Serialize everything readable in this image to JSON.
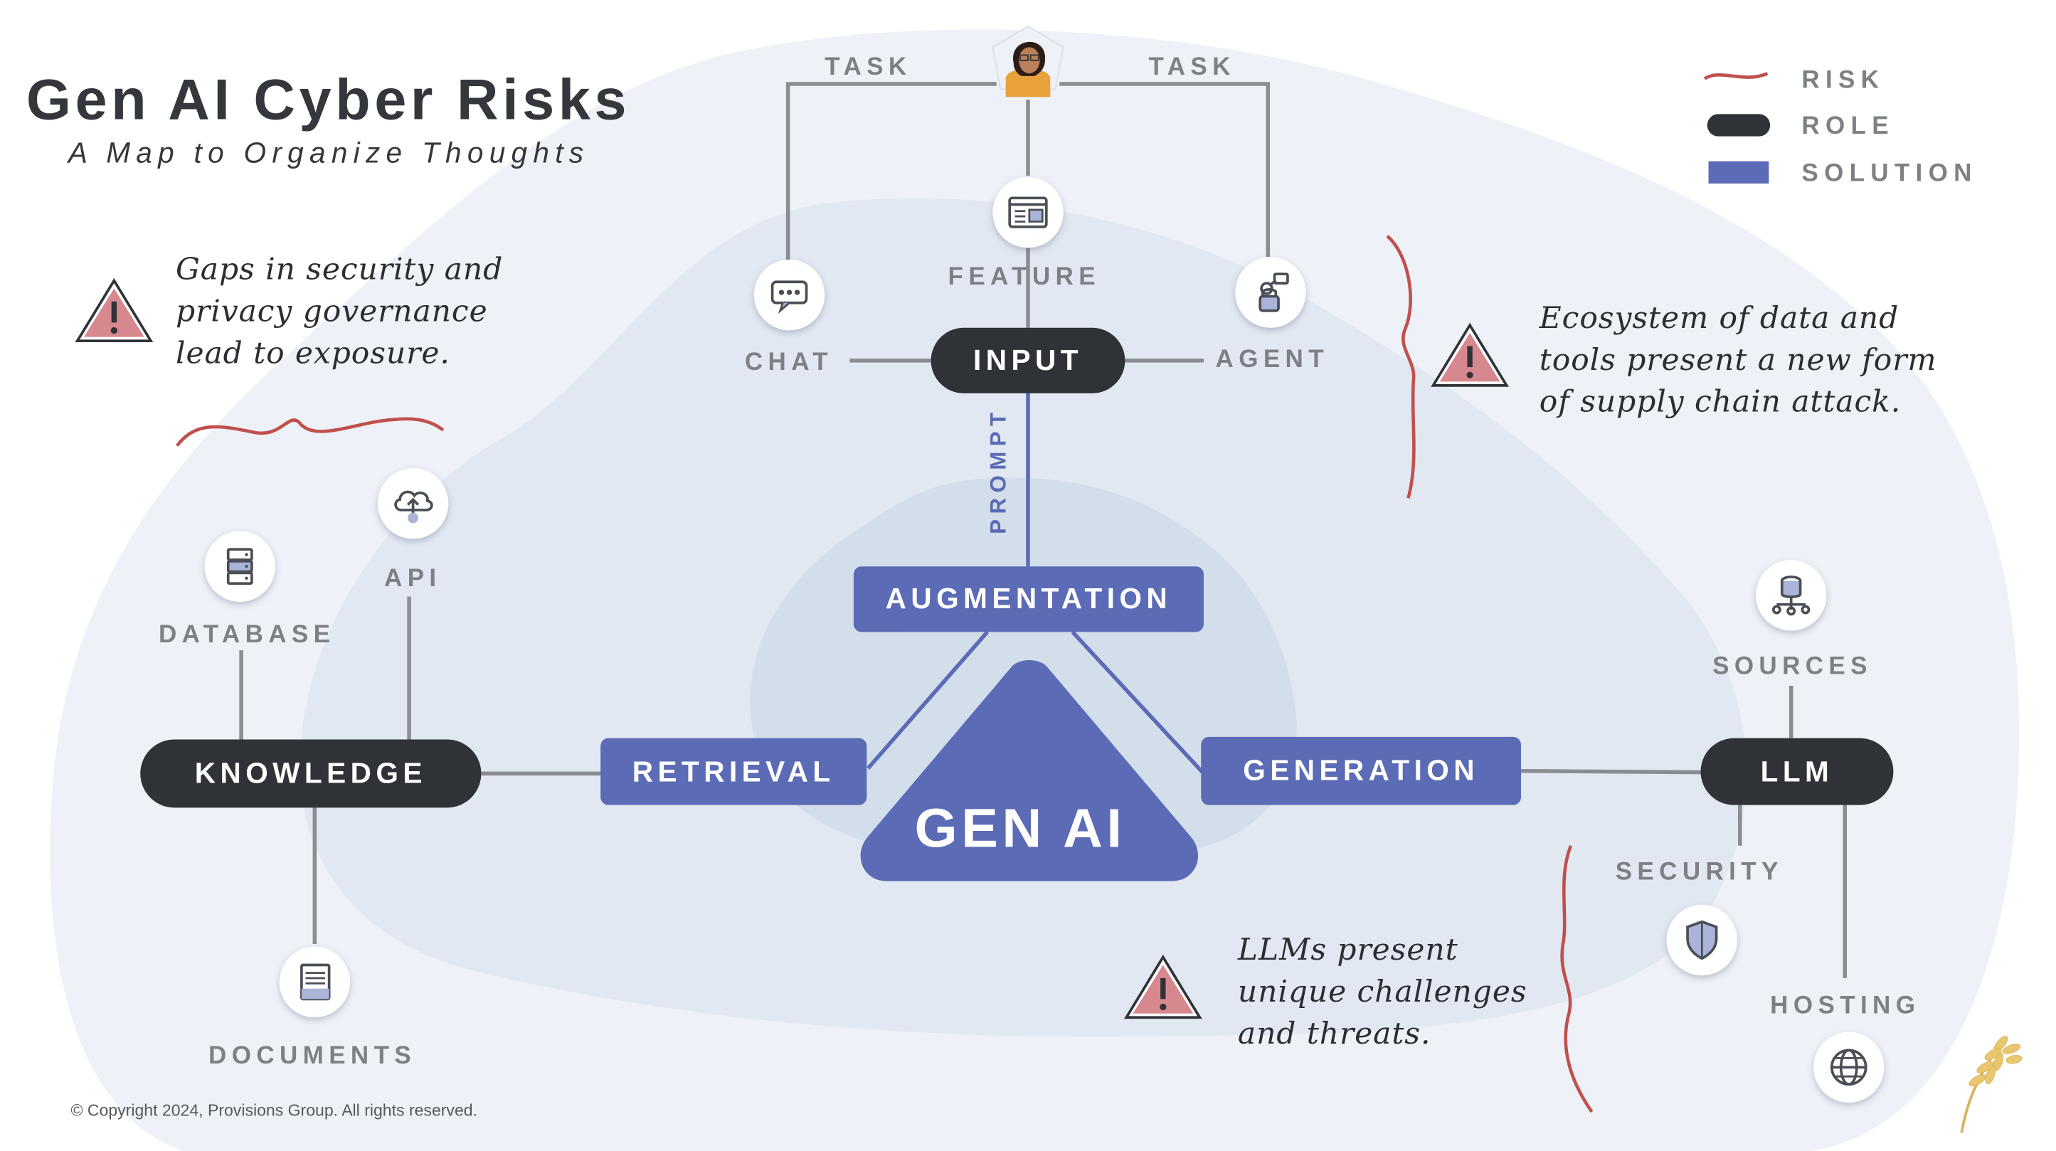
{
  "header": {
    "title": "Gen AI Cyber Risks",
    "subtitle": "A Map to Organize Thoughts"
  },
  "legend": {
    "risk": "RISK",
    "role": "ROLE",
    "solution": "SOLUTION"
  },
  "roles": {
    "input": "INPUT",
    "knowledge": "KNOWLEDGE",
    "llm": "LLM"
  },
  "solutions": {
    "augmentation": "AUGMENTATION",
    "retrieval": "RETRIEVAL",
    "generation": "GENERATION"
  },
  "center": {
    "label": "GEN AI"
  },
  "labels": {
    "task_left": "TASK",
    "task_right": "TASK",
    "feature": "FEATURE",
    "chat": "CHAT",
    "agent": "AGENT",
    "prompt": "PROMPT",
    "database": "DATABASE",
    "api": "API",
    "documents": "DOCUMENTS",
    "sources": "SOURCES",
    "security": "SECURITY",
    "hosting": "HOSTING"
  },
  "risks": {
    "left": "Gaps in security and\nprivacy governance\nlead to exposure.",
    "right": "Ecosystem of data and\ntools present a new form\nof supply chain attack.",
    "bottom": "LLMs present\nunique challenges\nand threats."
  },
  "colors": {
    "role": "#2f3338",
    "solution": "#5b6bb5",
    "risk": "#c0504d",
    "blob_outer": "#eef1f7",
    "blob_mid": "#e2e8f2",
    "blob_inner": "#d3deeb"
  },
  "icons": {
    "user": "user-avatar-icon",
    "feature": "browser-window-icon",
    "chat": "chat-bubble-icon",
    "agent": "agent-workflow-icon",
    "api": "cloud-upload-icon",
    "database": "server-stack-icon",
    "documents": "document-icon",
    "sources": "data-sources-icon",
    "security": "shield-icon",
    "hosting": "globe-icon",
    "warning": "warning-triangle-icon",
    "logo": "wheat-logo-icon"
  },
  "footer": {
    "copyright": "© Copyright 2024, Provisions Group. All rights reserved."
  }
}
